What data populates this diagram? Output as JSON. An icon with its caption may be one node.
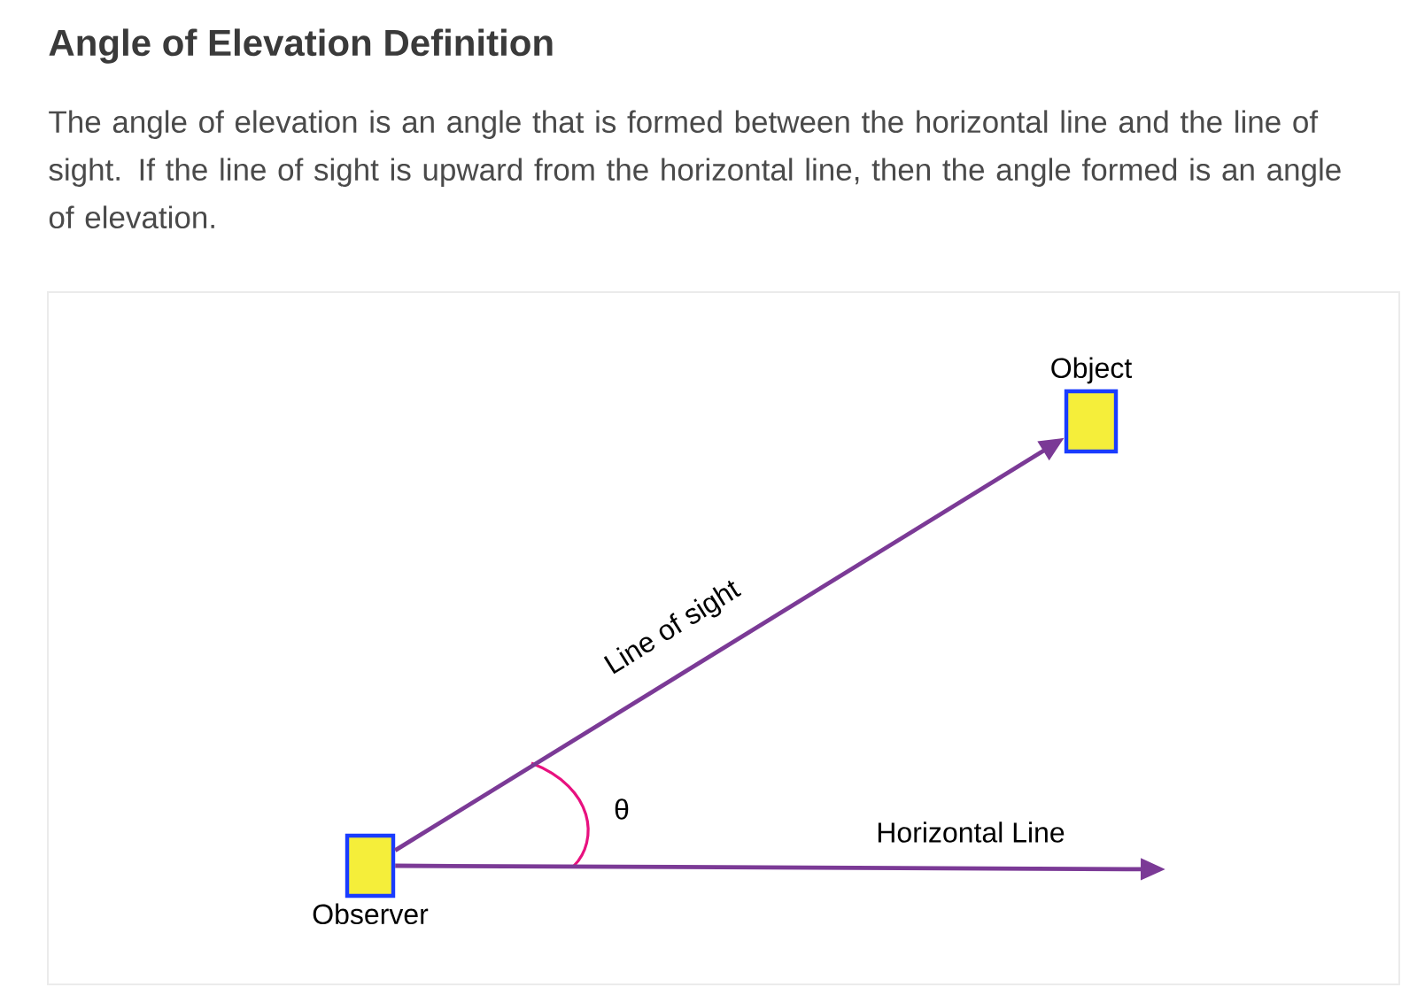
{
  "diagram": {
    "title": "Angle of Elevation Definition",
    "nodes": [
      {
        "text": [
          "Observer"
        ]
      },
      {
        "text": [
          "Object"
        ]
      }
    ],
    "edges": [
      {
        "from": 0,
        "to": 1,
        "arrow": "to",
        "label": "Line of sight"
      },
      {
        "from": 0,
        "to": null,
        "arrow": "to",
        "label": "Horizontal Line"
      }
    ],
    "labels": [
      "The angle of elevation is an angle that is formed between the horizontal line and the line of sight. If the line of sight is upward from the horizontal line, then the angle formed is an angle of elevation.",
      "θ"
    ]
  }
}
